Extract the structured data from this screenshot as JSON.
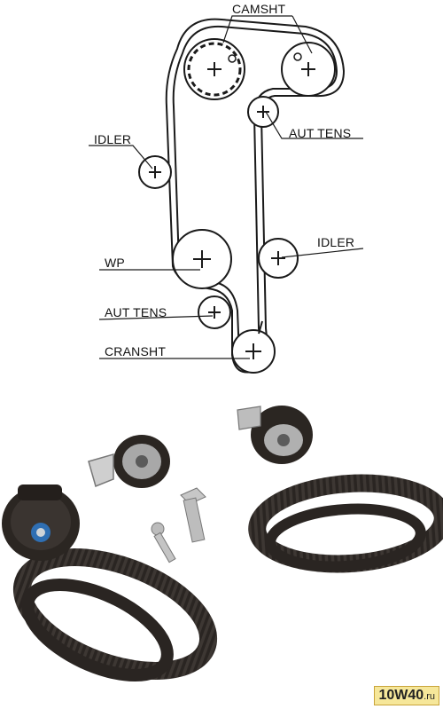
{
  "labels": {
    "camshaft": "CAMSHT",
    "aut_tens_top": "AUT TENS",
    "idler_left": "IDLER",
    "idler_right": "IDLER",
    "water_pump": "WP",
    "aut_tens_bottom": "AUT TENS",
    "crankshaft": "CRANSHT"
  },
  "watermark": {
    "brand": "10W40",
    "domain": ".ru"
  },
  "colors": {
    "line": "#1a1a1a",
    "belt": "#2a2522",
    "pulley_blue": "#2f6fb3",
    "badge": "#f6e79a"
  }
}
